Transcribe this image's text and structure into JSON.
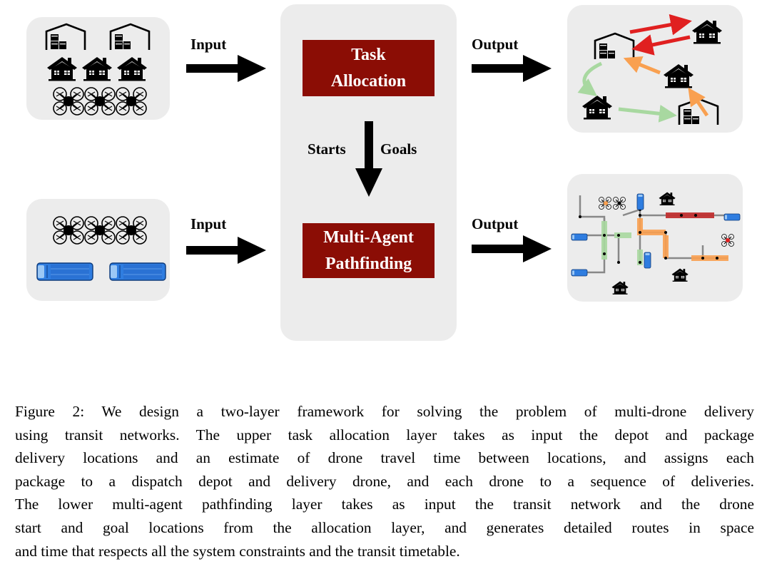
{
  "diagram": {
    "task_box": {
      "line1": "Task",
      "line2": "Allocation"
    },
    "mapf_box": {
      "line1": "Multi-Agent",
      "line2": "Pathfinding"
    },
    "top_input_label": "Input",
    "top_output_label": "Output",
    "bottom_input_label": "Input",
    "bottom_output_label": "Output",
    "starts_label": "Starts",
    "goals_label": "Goals",
    "colors": {
      "box_fill": "#8b0d05",
      "panel_fill": "#ececec",
      "red_route": "#e02020",
      "orange_route": "#f9a050",
      "green_route": "#a8d8a0",
      "bus_blue": "#2f7de0"
    },
    "icons": [
      "depot-icon",
      "house-icon",
      "drone-icon",
      "bus-icon"
    ]
  },
  "caption": {
    "lines": [
      "Figure 2: We design a two-layer framework for solving the problem of multi-drone delivery",
      "using transit networks. The upper task allocation layer takes as input the depot and package",
      "delivery locations and an estimate of drone travel time between locations, and assigns each",
      "package to a dispatch depot and delivery drone, and each drone to a sequence of deliveries.",
      "The lower multi-agent pathfinding layer takes as input the transit network and the drone",
      "start and goal locations from the allocation layer, and generates detailed routes in space",
      "and time that respects all the system constraints and the transit timetable."
    ]
  }
}
